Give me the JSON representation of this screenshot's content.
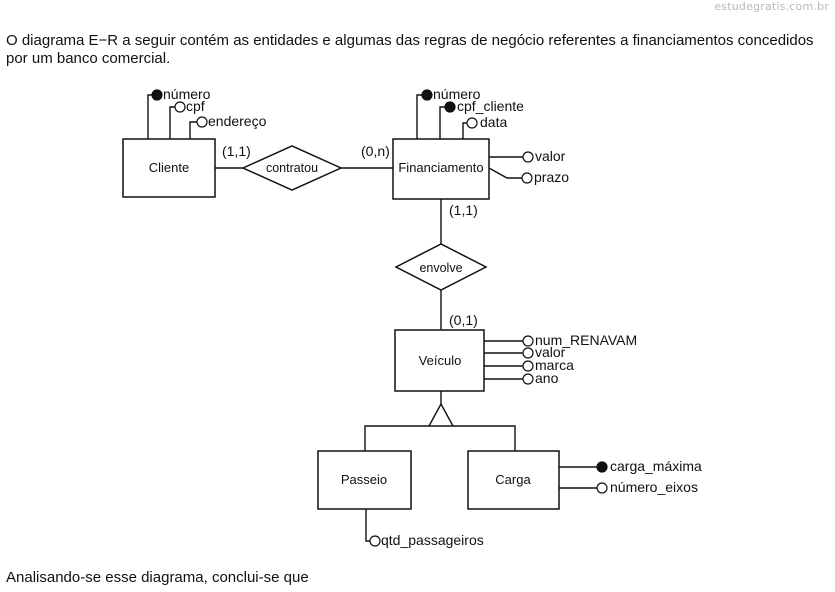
{
  "site": {
    "watermark": "estudegratis.com.br"
  },
  "question": {
    "intro": "O diagrama E−R a seguir contém as entidades e algumas das regras de negócio referentes a financiamentos concedidos por um banco comercial.",
    "outro": "Analisando-se esse diagrama, conclui-se que"
  },
  "diagram": {
    "entities": {
      "cliente": "Cliente",
      "financiamento": "Financiamento",
      "veiculo": "Veículo",
      "passeio": "Passeio",
      "carga": "Carga"
    },
    "relationships": {
      "contratou": "contratou",
      "envolve": "envolve"
    },
    "cardinalities": {
      "cliente_contratou": "(1,1)",
      "financiamento_contratou": "(0,n)",
      "financiamento_envolve": "(1,1)",
      "veiculo_envolve": "(0,1)"
    },
    "attributes": {
      "cliente": [
        {
          "name": "número",
          "key": true
        },
        {
          "name": "cpf",
          "key": false
        },
        {
          "name": "endereço",
          "key": false
        }
      ],
      "financiamento_top": [
        {
          "name": "número",
          "key": true
        },
        {
          "name": "cpf_cliente",
          "key": true
        },
        {
          "name": "data",
          "key": false
        }
      ],
      "financiamento_right": [
        {
          "name": "valor",
          "key": false
        },
        {
          "name": "prazo",
          "key": false
        }
      ],
      "veiculo": [
        {
          "name": "num_RENAVAM",
          "key": false
        },
        {
          "name": "valor",
          "key": false
        },
        {
          "name": "marca",
          "key": false
        },
        {
          "name": "ano",
          "key": false
        }
      ],
      "passeio": [
        {
          "name": "qtd_passageiros",
          "key": false
        }
      ],
      "carga": [
        {
          "name": "carga_máxima",
          "key": true
        },
        {
          "name": "número_eixos",
          "key": false
        }
      ]
    }
  }
}
